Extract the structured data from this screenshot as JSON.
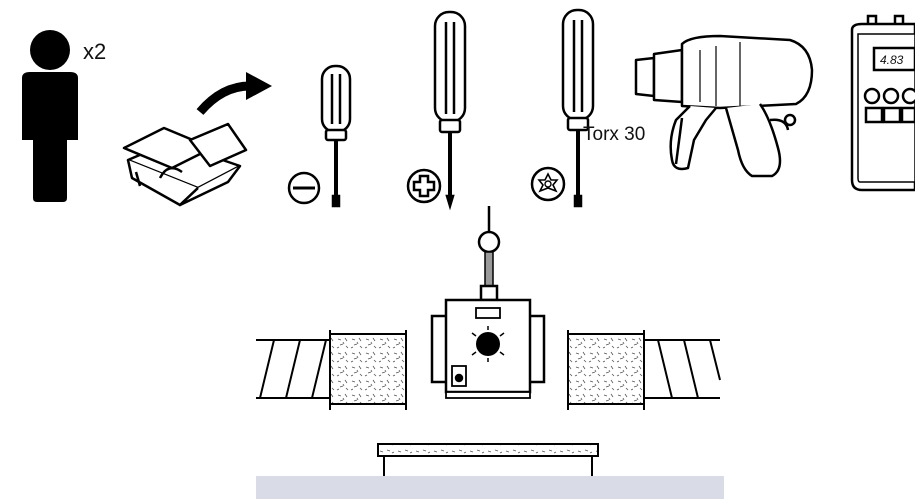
{
  "labels": {
    "person_count": "x2",
    "torx_size": "Torx 30",
    "meter_reading": "4.83"
  },
  "icons": {
    "person": "person-icon",
    "toolbox": "toolbox-icon",
    "arrow": "curved-arrow-icon",
    "flat_screwdriver": "flat-screwdriver-icon",
    "phillips_screwdriver": "phillips-screwdriver-icon",
    "torx_screwdriver": "torx-screwdriver-icon",
    "drill": "drill-icon",
    "meter": "multimeter-icon",
    "fan_unit": "duct-fan-icon"
  },
  "colors": {
    "ink": "#000000",
    "floor": "#d9dbe6",
    "hook_strap": "#9a9a9a"
  }
}
